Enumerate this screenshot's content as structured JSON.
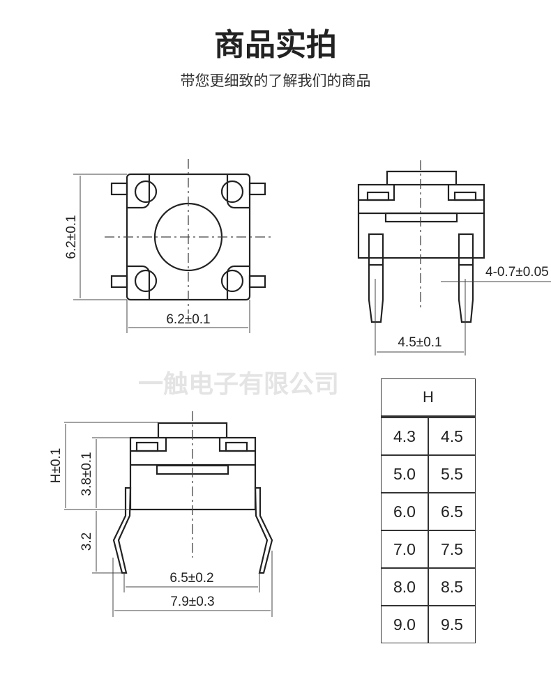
{
  "header": {
    "title": "商品实拍",
    "subtitle": "带您更细致的了解我们的商品"
  },
  "watermark": "一触电子有限公司",
  "top_view": {
    "height_dim": "6.2±0.1",
    "width_dim": "6.2±0.1"
  },
  "side_view": {
    "pin_dim": "4-0.7±0.05",
    "pitch_dim": "4.5±0.1"
  },
  "front_view": {
    "h_dim": "H±0.1",
    "body_dim": "3.8±0.1",
    "lead_dim": "3.2",
    "inner_width_dim": "6.5±0.2",
    "outer_width_dim": "7.9±0.3"
  },
  "height_table": {
    "header": "H",
    "rows": [
      [
        "4.3",
        "4.5"
      ],
      [
        "5.0",
        "5.5"
      ],
      [
        "6.0",
        "6.5"
      ],
      [
        "7.0",
        "7.5"
      ],
      [
        "8.0",
        "8.5"
      ],
      [
        "9.0",
        "9.5"
      ]
    ]
  }
}
